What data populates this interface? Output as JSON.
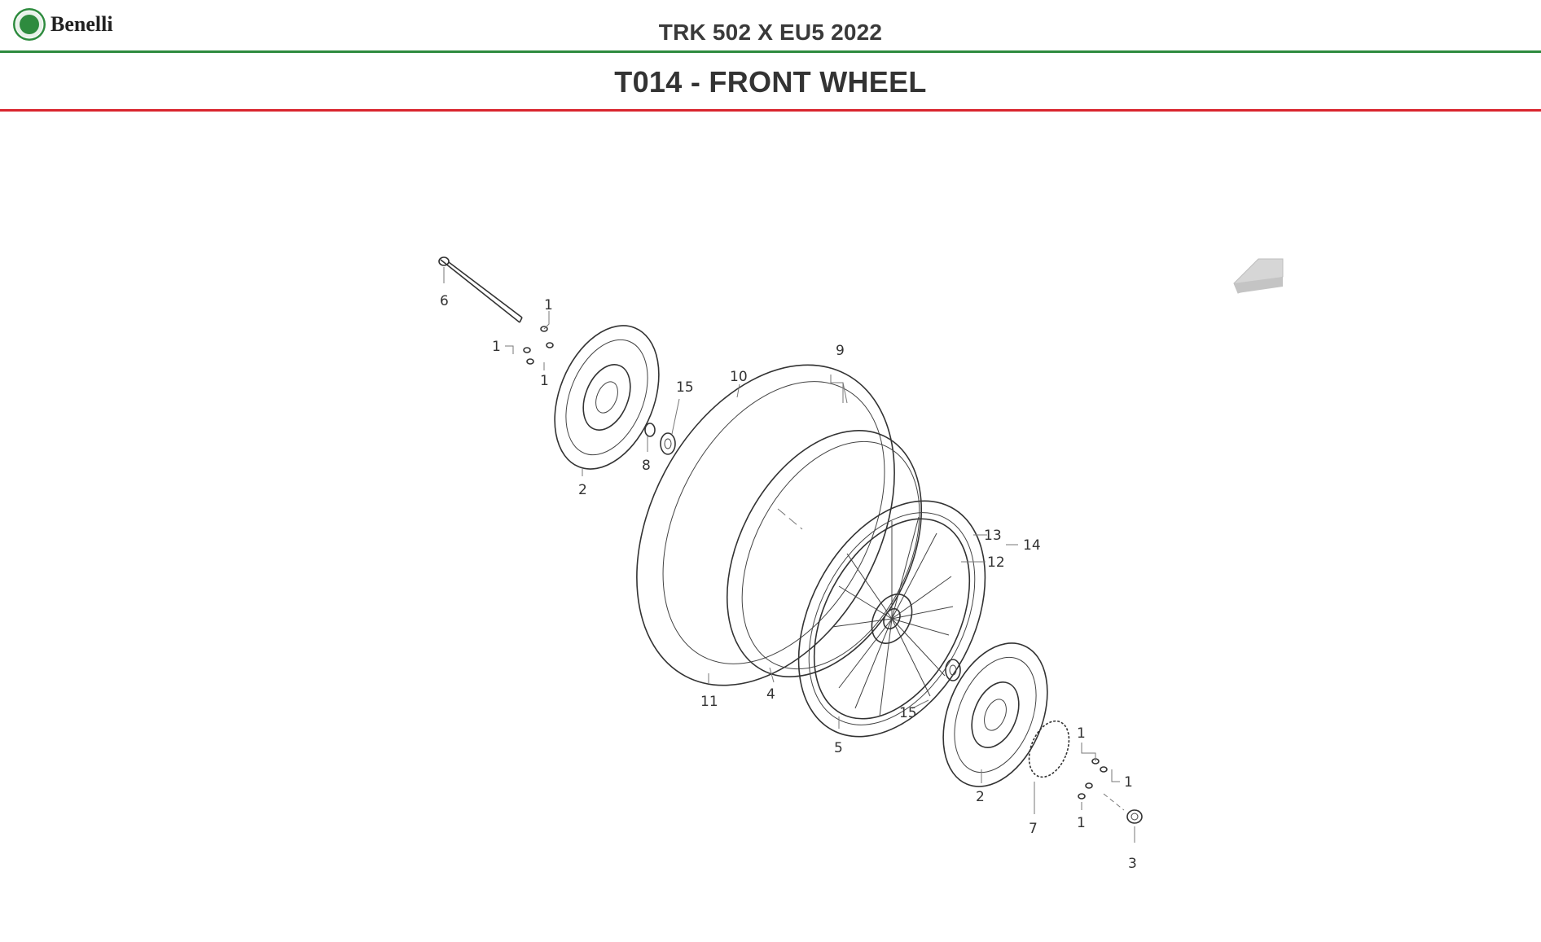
{
  "header": {
    "brand": "Benelli",
    "model": "TRK 502 X EU5 2022",
    "title": "T014 - FRONT WHEEL"
  },
  "colors": {
    "accent_green": "#2e8b3e",
    "accent_red": "#d9252e",
    "text": "#333333"
  },
  "diagram": {
    "callouts": {
      "c1a": "1",
      "c1b": "1",
      "c1c": "1",
      "c1d": "1",
      "c1e": "1",
      "c1f": "1",
      "c2a": "2",
      "c2b": "2",
      "c3": "3",
      "c4": "4",
      "c5": "5",
      "c6": "6",
      "c7": "7",
      "c8": "8",
      "c9": "9",
      "c10": "10",
      "c11": "11",
      "c12": "12",
      "c13": "13",
      "c14": "14",
      "c15a": "15",
      "c15b": "15"
    },
    "icons": [
      "brand-emblem-icon",
      "direction-arrow-icon"
    ]
  }
}
